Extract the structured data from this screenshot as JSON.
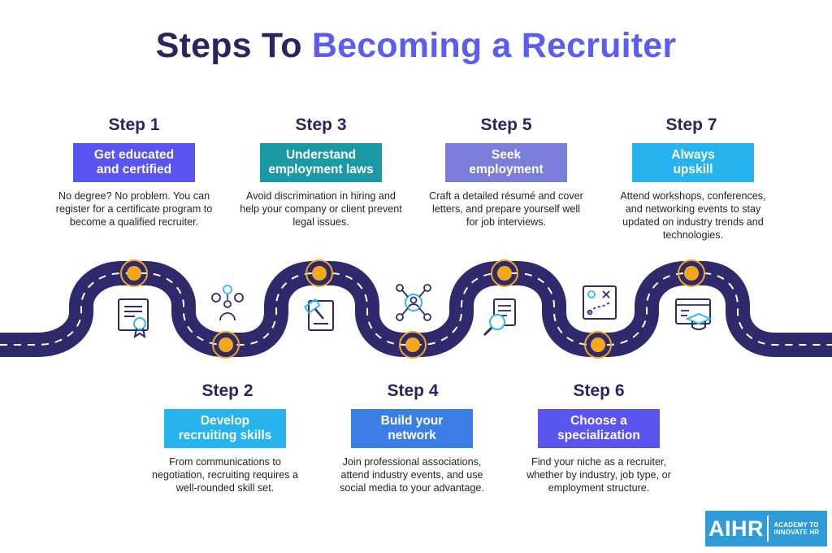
{
  "title": {
    "prefix": "Steps To",
    "highlight": "Becoming a Recruiter"
  },
  "colors": {
    "title_dark": "#2b2460",
    "title_accent": "#5b5cf0",
    "road": "#2f2a6b",
    "road_dash": "#ffffff",
    "marker_fill": "#f6a81d",
    "marker_ring": "#f6a81d",
    "icon_stroke": "#2f2a6b",
    "icon_accent": "#32b8ef",
    "logo_bg": "#2f9bd9"
  },
  "steps": [
    {
      "label": "Step 1",
      "title": "Get educated\nand certified",
      "description": "No degree? No problem. You can register for a certificate program to become a qualified recruiter.",
      "box_color": "#5a55f2",
      "icon": "certificate-icon"
    },
    {
      "label": "Step 2",
      "title": "Develop\nrecruiting skills",
      "description": "From communications to negotiation, recruiting requires a well-rounded skill set.",
      "box_color": "#27b4ee",
      "icon": "skills-icon"
    },
    {
      "label": "Step 3",
      "title": "Understand\nemployment laws",
      "description": "Avoid discrimination in hiring and help your company or client prevent legal issues.",
      "box_color": "#1b9aa6",
      "icon": "gavel-icon"
    },
    {
      "label": "Step 4",
      "title": "Build your\nnetwork",
      "description": "Join professional associations, attend industry events, and use social media to your advantage.",
      "box_color": "#3b7fe6",
      "icon": "network-icon"
    },
    {
      "label": "Step 5",
      "title": "Seek\nemployment",
      "description": "Craft a detailed résumé and cover letters, and prepare yourself well for job interviews.",
      "box_color": "#7b7ed8",
      "icon": "resume-search-icon"
    },
    {
      "label": "Step 6",
      "title": "Choose a\nspecialization",
      "description": "Find your niche as a recruiter, whether by industry, job type, or employment structure.",
      "box_color": "#5b55f0",
      "icon": "strategy-icon"
    },
    {
      "label": "Step 7",
      "title": "Always\nupskill",
      "description": "Attend workshops, conferences, and networking events to stay updated on industry trends and technologies.",
      "box_color": "#27b4ee",
      "icon": "graduation-icon"
    }
  ],
  "logo": {
    "brand": "AIHR",
    "tagline_line1": "ACADEMY TO",
    "tagline_line2": "INNOVATE HR"
  }
}
